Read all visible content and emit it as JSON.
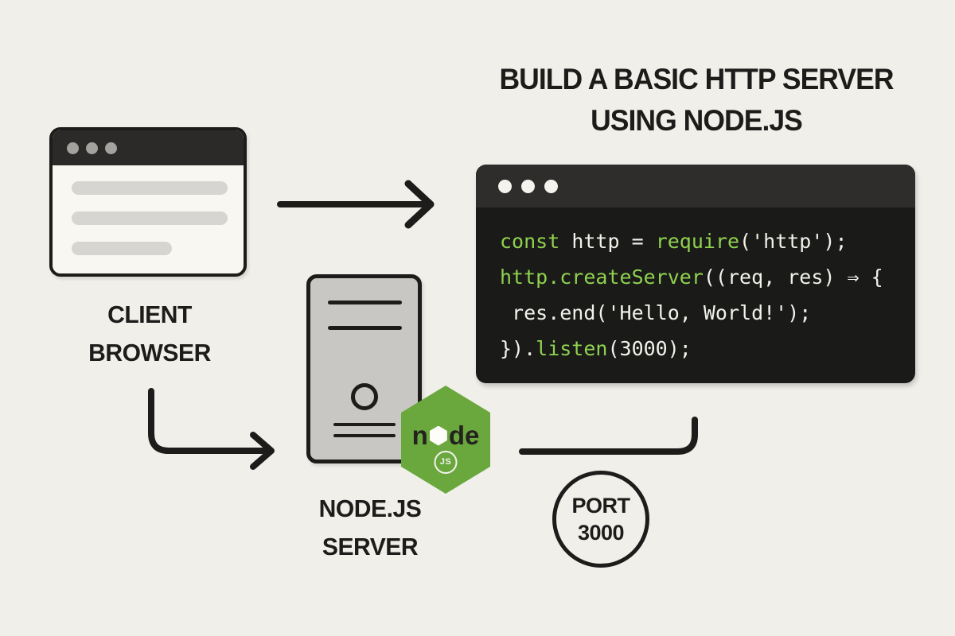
{
  "title": {
    "line1": "BUILD A BASIC HTTP SERVER",
    "line2": "USING NODE.JS"
  },
  "client": {
    "label_line1": "CLIENT",
    "label_line2": "BROWSER"
  },
  "server": {
    "label_line1": "NODE.JS",
    "label_line2": "SERVER"
  },
  "node_badge": {
    "word_start": "n",
    "word_end": "de",
    "js_label": "JS"
  },
  "port_badge": {
    "line1": "PORT",
    "line2": "3000"
  },
  "code_window": {
    "lines": [
      [
        {
          "t": "const",
          "c": "g"
        },
        {
          "t": " http = ",
          "c": "w"
        },
        {
          "t": "require",
          "c": "g"
        },
        {
          "t": "('http');",
          "c": "w"
        }
      ],
      [
        {
          "t": "http.createServer",
          "c": "g"
        },
        {
          "t": "((req, res) ⇒ {",
          "c": "w"
        }
      ],
      [
        {
          "t": " res.end('Hello, World!');",
          "c": "w"
        }
      ],
      [
        {
          "t": "}).",
          "c": "w"
        },
        {
          "t": "listen",
          "c": "g"
        },
        {
          "t": "(3000);",
          "c": "w"
        }
      ]
    ]
  },
  "colors": {
    "background": "#f1efe9",
    "ink": "#1d1c1a",
    "node_green": "#6aa83e",
    "code_green": "#8fd14f",
    "code_white": "#f2f1ec",
    "code_window_bg": "#1a1a18",
    "code_titlebar": "#2e2d2b",
    "browser_titlebar": "#2b2a28",
    "server_gray": "#c9c7c3"
  }
}
